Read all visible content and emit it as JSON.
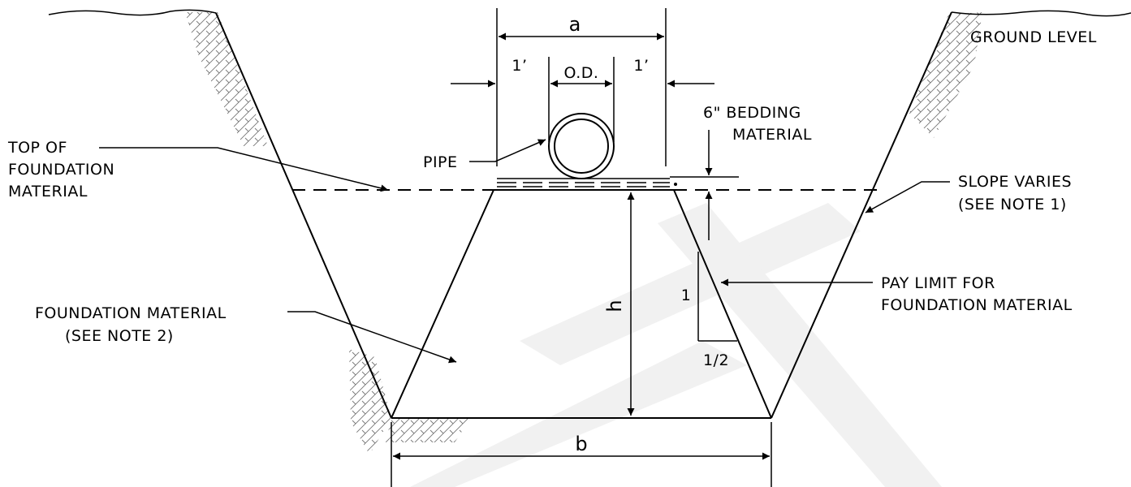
{
  "labels": {
    "a": "a",
    "b": "b",
    "h": "h",
    "one_ft_left": "1’",
    "one_ft_right": "1’",
    "od": "O.D.",
    "ground_level": "GROUND LEVEL",
    "pipe": "PIPE",
    "bedding_1": "6\" BEDDING",
    "bedding_2": "MATERIAL",
    "top_foundation_1": "TOP OF",
    "top_foundation_2": "FOUNDATION",
    "top_foundation_3": "MATERIAL",
    "slope_1": "SLOPE VARIES",
    "slope_2": "(SEE NOTE 1)",
    "pay_limit_1": "PAY LIMIT FOR",
    "pay_limit_2": "FOUNDATION MATERIAL",
    "foundation_1": "FOUNDATION MATERIAL",
    "foundation_2": "(SEE NOTE 2)",
    "slope_rise": "1",
    "slope_run": "1/2"
  },
  "colors": {
    "line": "#000000",
    "hatch": "#777777",
    "watermark": "#f1f1f1"
  }
}
